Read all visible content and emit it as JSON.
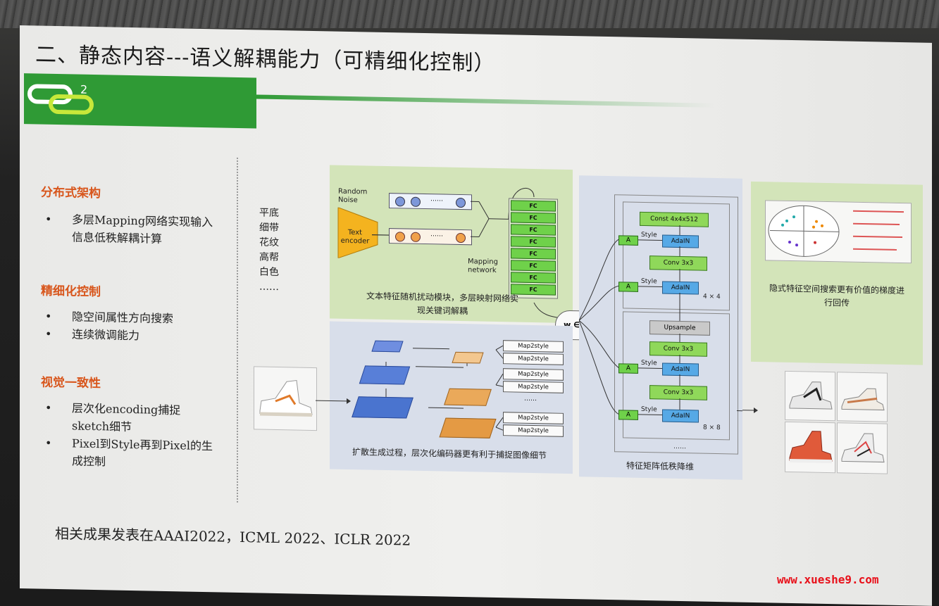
{
  "slide": {
    "title": "二、静态内容---语义解耦能力（可精细化控制）",
    "logo_superscript": "2",
    "sections": [
      {
        "heading": "分布式架构",
        "bullets": [
          "多层Mapping网络实现输入信息低秩解耦计算"
        ]
      },
      {
        "heading": "精细化控制",
        "bullets": [
          "隐空间属性方向搜索",
          "连续微调能力"
        ]
      },
      {
        "heading": "视觉一致性",
        "bullets": [
          "层次化encoding捕捉sketch细节",
          "Pixel到Style再到Pixel的生成控制"
        ]
      }
    ],
    "bullet_symbol": "•",
    "footer": "相关成果发表在AAAI2022，ICML 2022、ICLR 2022"
  },
  "diagram": {
    "input_words": [
      "平底",
      "细带",
      "花纹",
      "高帮",
      "白色",
      "……"
    ],
    "random_noise_label": "Random Noise",
    "text_encoder_label": "Text encoder",
    "vector_dots": "……",
    "fc_label": "FC",
    "mapping_network_label": "Mapping network",
    "green_caption": "文本特征随机扰动模块，多层映射网络实现关键词解耦",
    "w_label": "w ∈ W",
    "map2style_label": "Map2style",
    "map2style_dots": "……",
    "blue_caption": "扩散生成过程，层次化编码器更有利于捕捉图像细节",
    "const_label": "Const 4x4x512",
    "adain_label": "AdaIN",
    "conv_label": "Conv 3x3",
    "upsample_label": "Upsample",
    "style_label": "Style",
    "a_label": "A",
    "res_4": "4 × 4",
    "res_8": "8 × 8",
    "gen_dots": "……",
    "gen_caption": "特征矩阵低秩降维",
    "latent_caption": "隐式特征空间搜索更有价值的梯度进行回传"
  },
  "watermark": "www.xueshe9.com",
  "colors": {
    "accent_green": "#2f9a35",
    "heading_orange": "#d8561c",
    "fc_green": "#6fd14a",
    "adain_blue": "#56a9e6",
    "orange_block": "#e8a253",
    "blue_block": "#4f7fd4"
  }
}
